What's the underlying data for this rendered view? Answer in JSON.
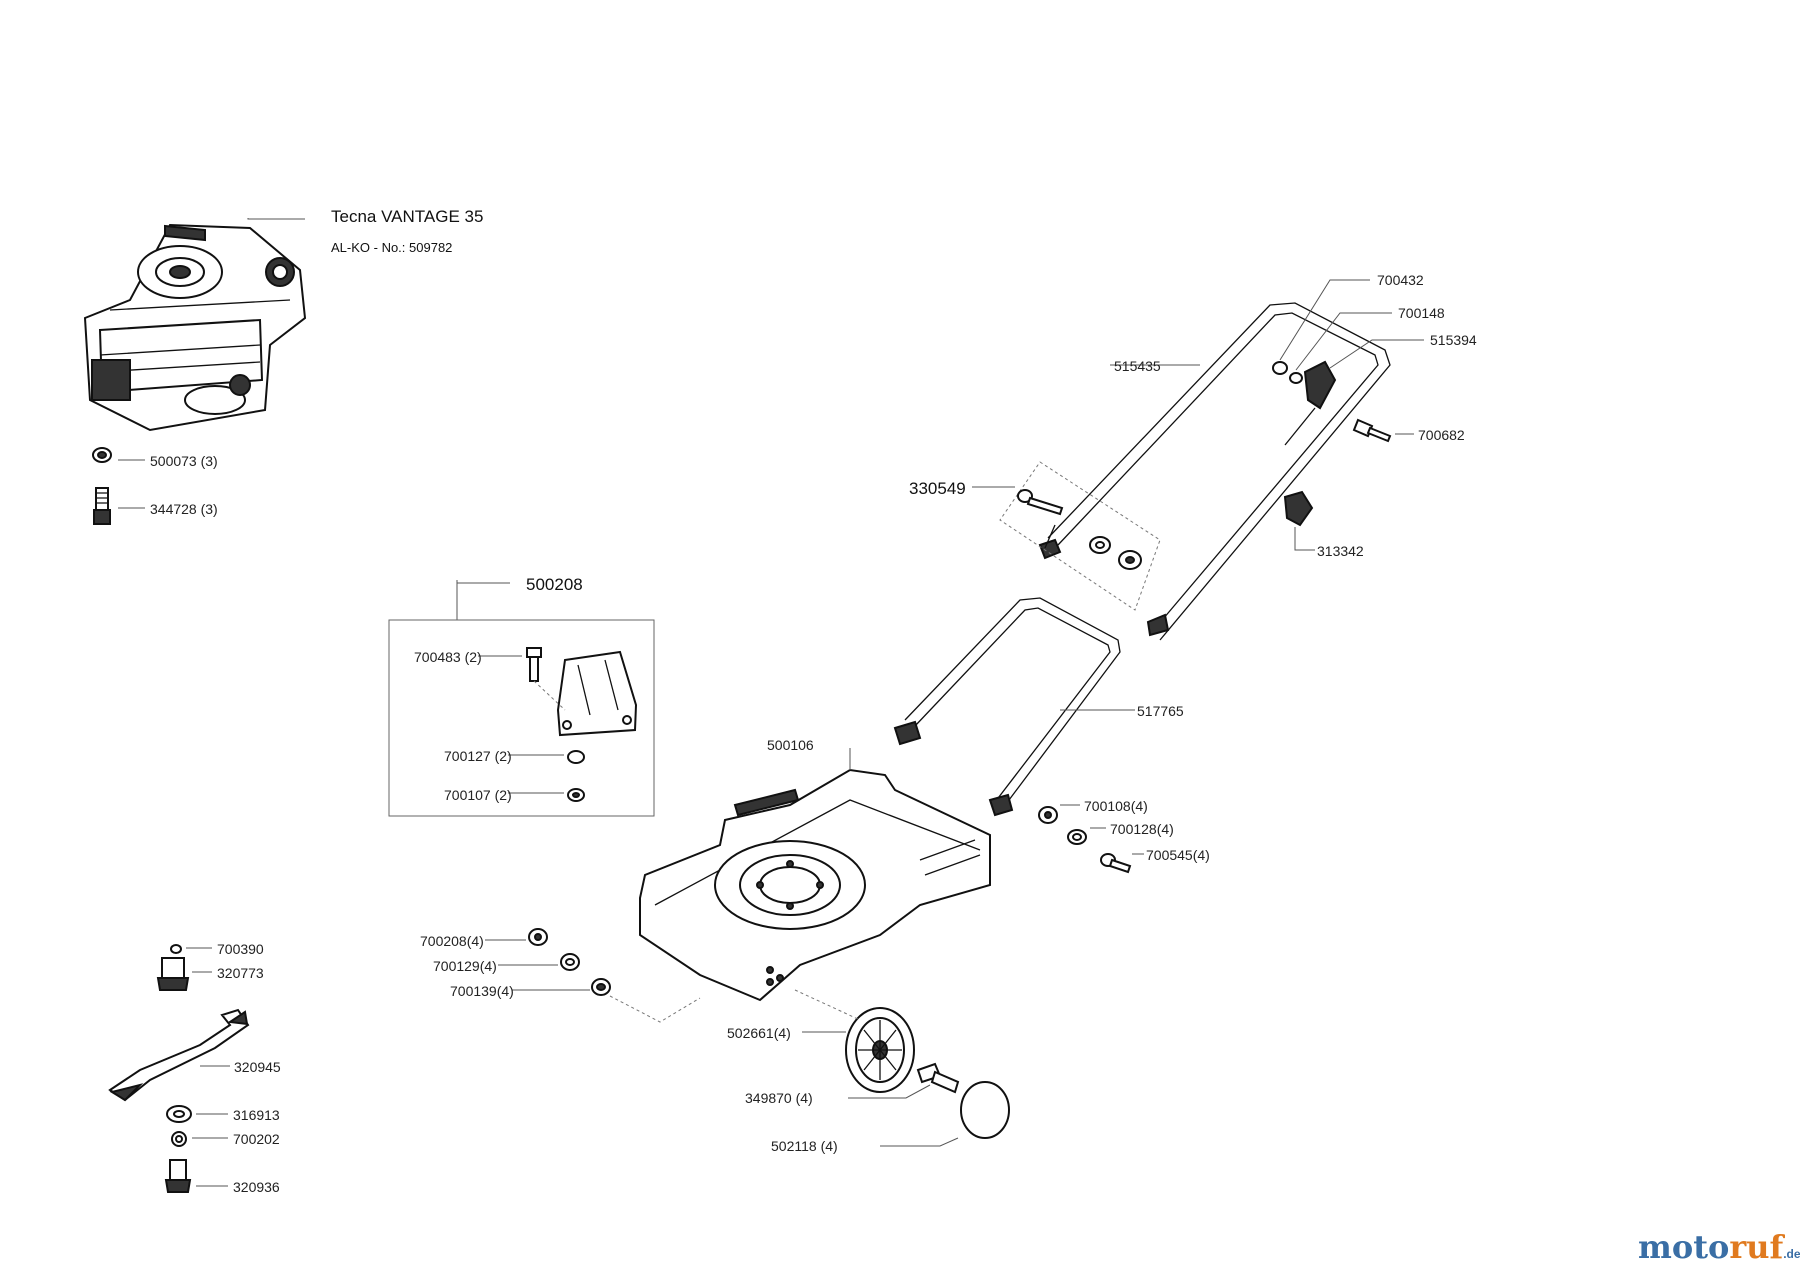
{
  "engine": {
    "title": "Tecna VANTAGE 35",
    "subtitle": "AL-KO - No.: 509782"
  },
  "parts": [
    {
      "id": "p500073",
      "label": "500073 (3)"
    },
    {
      "id": "p344728",
      "label": "344728 (3)"
    },
    {
      "id": "p500208",
      "label": "500208"
    },
    {
      "id": "p700483",
      "label": "700483 (2)"
    },
    {
      "id": "p700127",
      "label": "700127 (2)"
    },
    {
      "id": "p700107",
      "label": "700107 (2)"
    },
    {
      "id": "p500106",
      "label": "500106"
    },
    {
      "id": "p330549",
      "label": "330549"
    },
    {
      "id": "p515435",
      "label": "515435"
    },
    {
      "id": "p700432",
      "label": "700432"
    },
    {
      "id": "p700148",
      "label": "700148"
    },
    {
      "id": "p515394",
      "label": "515394"
    },
    {
      "id": "p700682",
      "label": "700682"
    },
    {
      "id": "p313342",
      "label": "313342"
    },
    {
      "id": "p517765",
      "label": "517765"
    },
    {
      "id": "p700108",
      "label": "700108(4)"
    },
    {
      "id": "p700128",
      "label": "700128(4)"
    },
    {
      "id": "p700545",
      "label": "700545(4)"
    },
    {
      "id": "p700208",
      "label": "700208(4)"
    },
    {
      "id": "p700129",
      "label": "700129(4)"
    },
    {
      "id": "p700139",
      "label": "700139(4)"
    },
    {
      "id": "p502661",
      "label": "502661(4)"
    },
    {
      "id": "p349870",
      "label": "349870 (4)"
    },
    {
      "id": "p502118",
      "label": "502118 (4)"
    },
    {
      "id": "p700390",
      "label": "700390"
    },
    {
      "id": "p320773",
      "label": "320773"
    },
    {
      "id": "p320945",
      "label": "320945"
    },
    {
      "id": "p316913",
      "label": "316913"
    },
    {
      "id": "p700202",
      "label": "700202"
    },
    {
      "id": "p320936",
      "label": "320936"
    }
  ],
  "logo": {
    "part1": "moto",
    "part2": "ruf",
    "part3": ".de"
  }
}
